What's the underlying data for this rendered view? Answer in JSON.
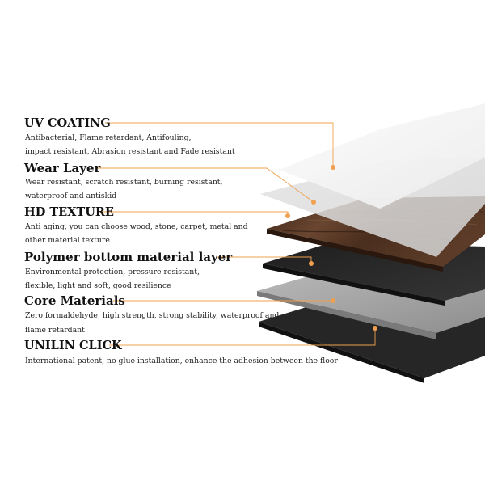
{
  "colors": {
    "leader": "#f0a050",
    "title": "#111111",
    "text": "#222222",
    "wood_dark": "#3a2418",
    "wood_mid": "#5c3c28",
    "black_layer": "#2b2b2b",
    "grey_layer": "#9a9a9a"
  },
  "layers": [
    {
      "title": "UV COATING",
      "desc": [
        "Antibacterial, Flame retardant, Antifouling,",
        "impact resistant, Abrasion resistant and Fade resistant"
      ]
    },
    {
      "title": "Wear Layer",
      "desc": [
        "Wear resistant, scratch resistant, burning resistant,",
        "waterproof and antiskid"
      ]
    },
    {
      "title": "HD TEXTURE",
      "desc": [
        "Anti aging, you can choose wood, stone, carpet, metal and",
        "other material texture"
      ]
    },
    {
      "title": "Polymer bottom material layer",
      "desc": [
        "Environmental protection, pressure resistant,",
        "flexible, light and soft, good resilience"
      ]
    },
    {
      "title": "Core Materials",
      "desc": [
        "Zero formaldehyde, high strength, strong stability, waterproof and",
        "flame retardant"
      ]
    },
    {
      "title": "UNILIN CLICK",
      "desc": [
        "International patent, no glue installation, enhance the adhesion between the floor"
      ]
    }
  ]
}
